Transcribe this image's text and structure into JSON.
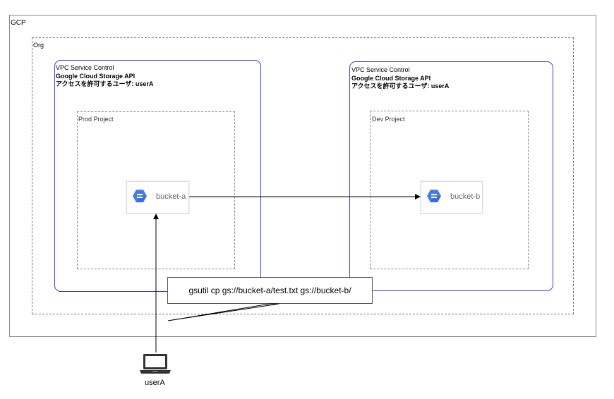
{
  "gcp": {
    "label": "GCP"
  },
  "org": {
    "label": "Org"
  },
  "vpc": [
    {
      "title": "VPC Service Control",
      "api": "Google Cloud Storage API",
      "allowed": "アクセスを許可するユーザ: userA"
    },
    {
      "title": "VPC Service Control",
      "api": "Google Cloud Storage API",
      "allowed": "アクセスを許可するユーザ: userA"
    }
  ],
  "projects": [
    {
      "label": "Prod Project",
      "bucket": "bucket-a"
    },
    {
      "label": "Dev Project",
      "bucket": "bucket-b"
    }
  ],
  "command": "gsutil cp gs://bucket-a/test.txt gs://bucket-b/",
  "user": {
    "label": "userA",
    "icon": "laptop-icon"
  },
  "colors": {
    "vpc_border": "#3b3fd1",
    "gcs_icon": "#4a7ae8",
    "gcs_icon_dark": "#3366cc"
  }
}
